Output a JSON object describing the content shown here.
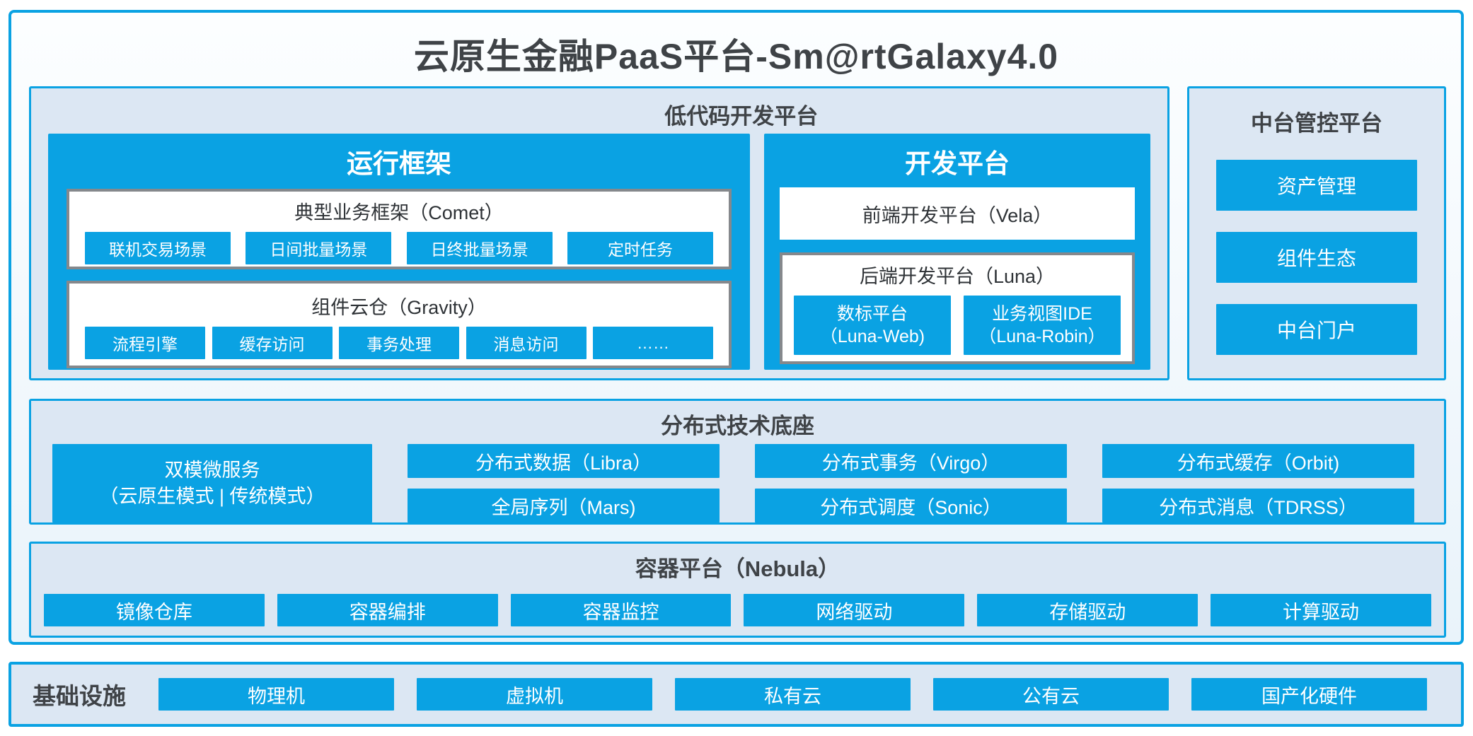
{
  "title": "云原生金融PaaS平台-Sm@rtGalaxy4.0",
  "colors": {
    "accent_blue": "#0aa2e3",
    "panel_background": "#dce7f3",
    "dark_text": "#3f4347",
    "gray_border": "#85888c"
  },
  "lowcode": {
    "header": "低代码开发平台",
    "runtime": {
      "title": "运行框架",
      "comet": {
        "title": "典型业务框架（Comet）",
        "items": [
          "联机交易场景",
          "日间批量场景",
          "日终批量场景",
          "定时任务"
        ]
      },
      "gravity": {
        "title": "组件云仓（Gravity）",
        "items": [
          "流程引擎",
          "缓存访问",
          "事务处理",
          "消息访问",
          "……"
        ]
      }
    },
    "dev": {
      "title": "开发平台",
      "vela": "前端开发平台（Vela）",
      "luna": {
        "title": "后端开发平台（Luna）",
        "items": [
          {
            "line1": "数标平台",
            "line2": "（Luna-Web)"
          },
          {
            "line1": "业务视图IDE",
            "line2": "（Luna-Robin）"
          }
        ]
      }
    }
  },
  "midplatform": {
    "header": "中台管控平台",
    "items": [
      "资产管理",
      "组件生态",
      "中台门户"
    ]
  },
  "distributed": {
    "header": "分布式技术底座",
    "dual_mode": {
      "line1": "双模微服务",
      "line2": "（云原生模式 | 传统模式）"
    },
    "columns": [
      [
        "分布式数据（Libra）",
        "全局序列（Mars)"
      ],
      [
        "分布式事务（Virgo）",
        "分布式调度（Sonic）"
      ],
      [
        "分布式缓存（Orbit)",
        "分布式消息（TDRSS）"
      ]
    ]
  },
  "container_platform": {
    "header": "容器平台（Nebula）",
    "items": [
      "镜像仓库",
      "容器编排",
      "容器监控",
      "网络驱动",
      "存储驱动",
      "计算驱动"
    ]
  },
  "infrastructure": {
    "label": "基础设施",
    "items": [
      "物理机",
      "虚拟机",
      "私有云",
      "公有云",
      "国产化硬件"
    ]
  }
}
